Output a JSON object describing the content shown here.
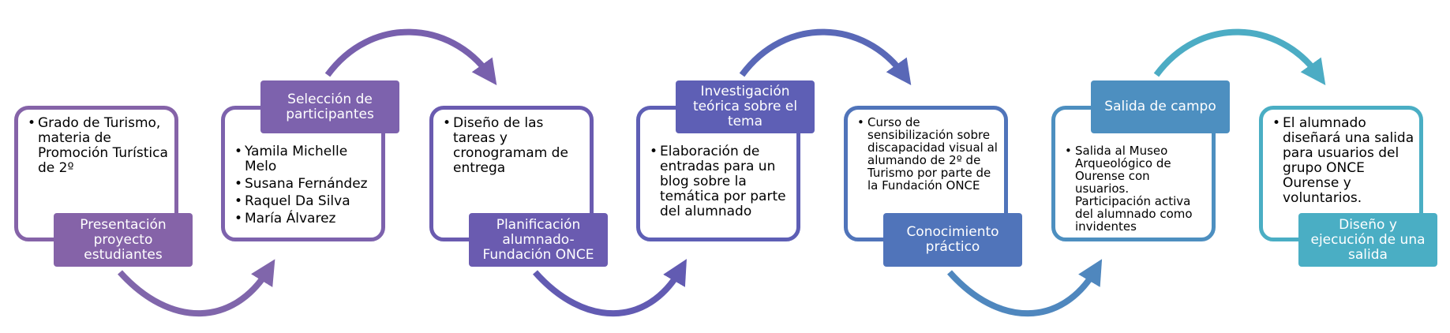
{
  "steps": [
    {
      "label": "Presentación proyecto estudiantes",
      "color": "#8563a8",
      "items": [
        "Grado de Turismo, materia de Promoción Turística de 2º"
      ]
    },
    {
      "label": "Selección de participantes",
      "color": "#7d62ad",
      "items": [
        "Yamila Michelle Melo",
        "Susana Fernández",
        "Raquel Da Silva",
        "María Álvarez"
      ]
    },
    {
      "label": "Planificación alumnado-Fundación ONCE",
      "color": "#6a5bb0",
      "items": [
        "Diseño de las tareas y cronogramam de entrega"
      ]
    },
    {
      "label": "Investigación teórica sobre  el tema",
      "color": "#5e5fb5",
      "items": [
        "Elaboración de entradas para un blog sobre la temática por parte del alumnado"
      ]
    },
    {
      "label": "Conocimiento práctico",
      "color": "#5074ba",
      "items": [
        "Curso de sensibilización sobre discapacidad visual al alumando de 2º de Turismo por parte de la Fundación ONCE"
      ]
    },
    {
      "label": "Salida de campo",
      "color": "#4d8fc0",
      "items": [
        "Salida al Museo Arqueológico de Ourense con usuarios. Participación activa del alumnado como invidentes"
      ]
    },
    {
      "label": "Diseño y ejecución de una salida",
      "color": "#4aaec4",
      "items": [
        "El alumnado diseñará una salida para usuarios del grupo ONCE Ourense y voluntarios."
      ]
    }
  ]
}
